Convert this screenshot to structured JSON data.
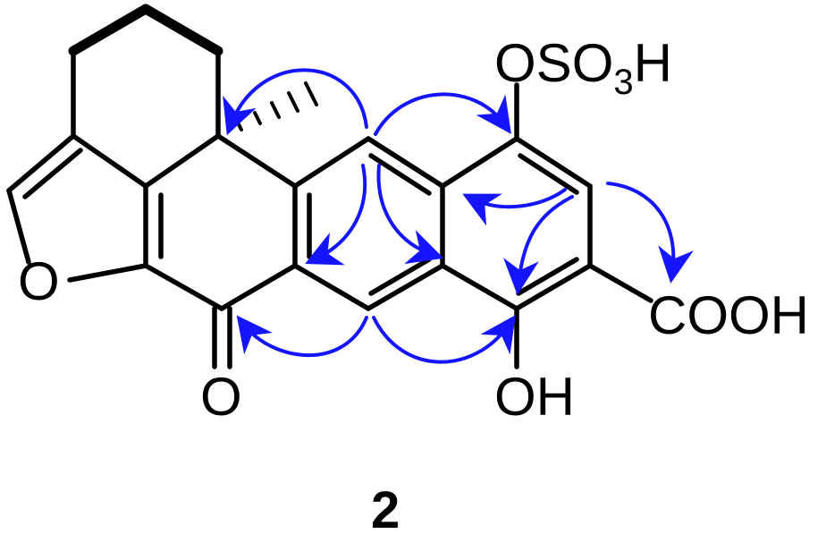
{
  "compound": {
    "label": "2",
    "atoms": {
      "sulfate": {
        "main": "OSO",
        "sub": "3",
        "tail": "H"
      },
      "carboxyl": "COOH",
      "hydroxyl": "OH",
      "ketone_oxygen": "O",
      "furan_oxygen": "O"
    },
    "arrow_color": "#1414ff",
    "bond_color": "#000000"
  }
}
